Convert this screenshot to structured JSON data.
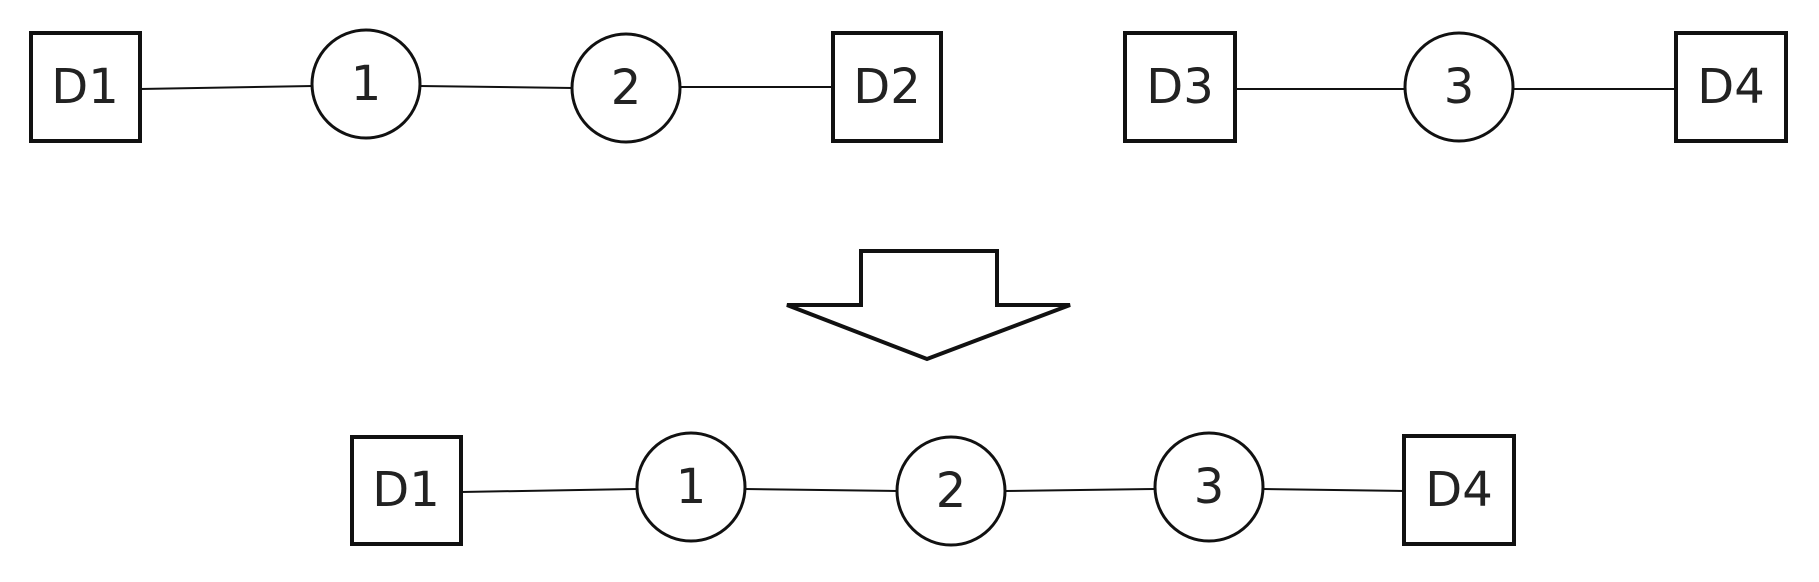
{
  "diagram": {
    "top_left_chain": {
      "start_box": "D1",
      "node_1": "1",
      "node_2": "2",
      "end_box": "D2"
    },
    "top_right_chain": {
      "start_box": "D3",
      "node_3": "3",
      "end_box": "D4"
    },
    "bottom_chain": {
      "start_box": "D1",
      "node_1": "1",
      "node_2": "2",
      "node_3": "3",
      "end_box": "D4"
    }
  },
  "colors": {
    "stroke": "#111111",
    "text": "#222222",
    "background": "#ffffff"
  }
}
